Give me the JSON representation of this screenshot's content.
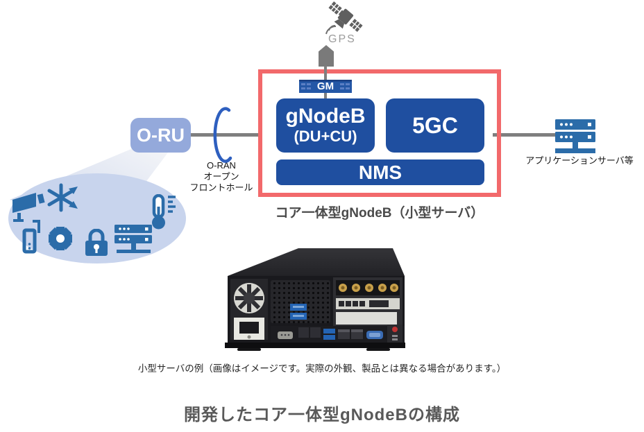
{
  "diagram": {
    "gps_label": "GPS",
    "gm_label": "GM",
    "gnodeb_label": "gNodeB",
    "gnodeb_sublabel": "(DU+CU)",
    "fivegc_label": "5GC",
    "nms_label": "NMS",
    "oru_label": "O-RU",
    "fronthaul_line1": "O-RAN",
    "fronthaul_line2": "オープン",
    "fronthaul_line3": "フロントホール",
    "app_server_label": "アプリケーションサーバ等",
    "core_unit_caption": "コア一体型gNodeB（小型サーバ）",
    "device_icon_names": [
      "satellite-icon",
      "antenna-icon",
      "gm-server-icon",
      "fronthaul-loop-icon",
      "cctv-camera-icon",
      "signal-hub-icon",
      "iot-device-icon",
      "gear-icon",
      "padlock-icon",
      "server-rack-icon",
      "thermometer-icon",
      "app-server-icon"
    ]
  },
  "photo": {
    "caption": "小型サーバの例（画像はイメージです。実際の外観、製品とは異なる場合があります。）"
  },
  "footer": {
    "title": "開発したコア一体型gNodeBの構成"
  },
  "colors": {
    "box_blue": "#1f4fa0",
    "gm_blue": "#2457a6",
    "red_border": "#f2696b",
    "icon_blue": "#2b6ca9",
    "oru_blue": "#94a9db",
    "line_gray": "#7f7f7f",
    "coverage_ellipse": "#c8d4ed"
  }
}
